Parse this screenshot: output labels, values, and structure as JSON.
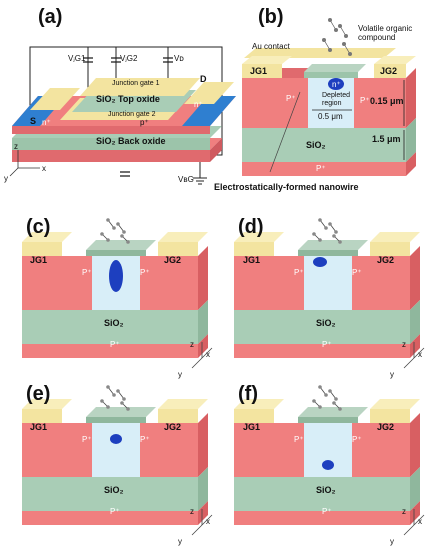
{
  "panels": {
    "a": {
      "label": "(a)",
      "top_oxide": "SiO₂ Top oxide",
      "back_oxide": "SiO₂ Back oxide",
      "junction_gate_1": "Junction gate 1",
      "junction_gate_2": "Junction gate 2",
      "source": "S",
      "drain": "D",
      "vjg1": "VⱼG1",
      "vjg2": "VⱼG2",
      "vd": "Vᴅ",
      "vbg": "VʙG",
      "n_plus_left": "n⁺",
      "n_plus_right": "n⁺",
      "p_plus": "p⁺",
      "axis_x": "x",
      "axis_y": "y",
      "axis_z": "z"
    },
    "b": {
      "label": "(b)",
      "au_contact": "Au contact",
      "voc": "Volatile organic compound",
      "jg1": "JG1",
      "jg2": "JG2",
      "depleted_region": "Depleted region",
      "n_plus": "n⁺",
      "p_plus_left": "P⁺",
      "p_plus_right": "P⁺",
      "width_dim": "0.5 μm",
      "thickness_dim": "0.15 μm",
      "oxide_dim": "1.5 μm",
      "sio2": "SiO₂",
      "p_plus_bottom": "P⁺",
      "nanowire_caption": "Electrostatically-formed nanowire"
    },
    "c": {
      "label": "(c)",
      "jg1": "JG1",
      "jg2": "JG2",
      "p_left": "P⁺",
      "p_right": "P⁺",
      "sio2": "SiO₂",
      "p_bottom": "P⁺"
    },
    "d": {
      "label": "(d)",
      "jg1": "JG1",
      "jg2": "JG2",
      "p_left": "P⁺",
      "p_right": "P⁺",
      "sio2": "SiO₂",
      "p_bottom": "P⁺"
    },
    "e": {
      "label": "(e)",
      "jg1": "JG1",
      "jg2": "JG2",
      "p_left": "P⁺",
      "p_right": "P⁺",
      "sio2": "SiO₂",
      "p_bottom": "P⁺"
    },
    "f": {
      "label": "(f)",
      "jg1": "JG1",
      "jg2": "JG2",
      "p_left": "P⁺",
      "p_right": "P⁺",
      "sio2": "SiO₂",
      "p_bottom": "P⁺"
    }
  },
  "axes": {
    "x": "x",
    "y": "y",
    "z": "z"
  },
  "colors": {
    "p_plus": "#f07f7f",
    "p_plus_dark": "#d85f62",
    "sio2": "#a9cdb6",
    "sio2_dark": "#8fb79d",
    "gate": "#f3e4a0",
    "gate_dark": "#dcc877",
    "depleted": "#d8eef8",
    "top_oxide": "#b9d4c2",
    "channel": "#1d3fbf"
  }
}
